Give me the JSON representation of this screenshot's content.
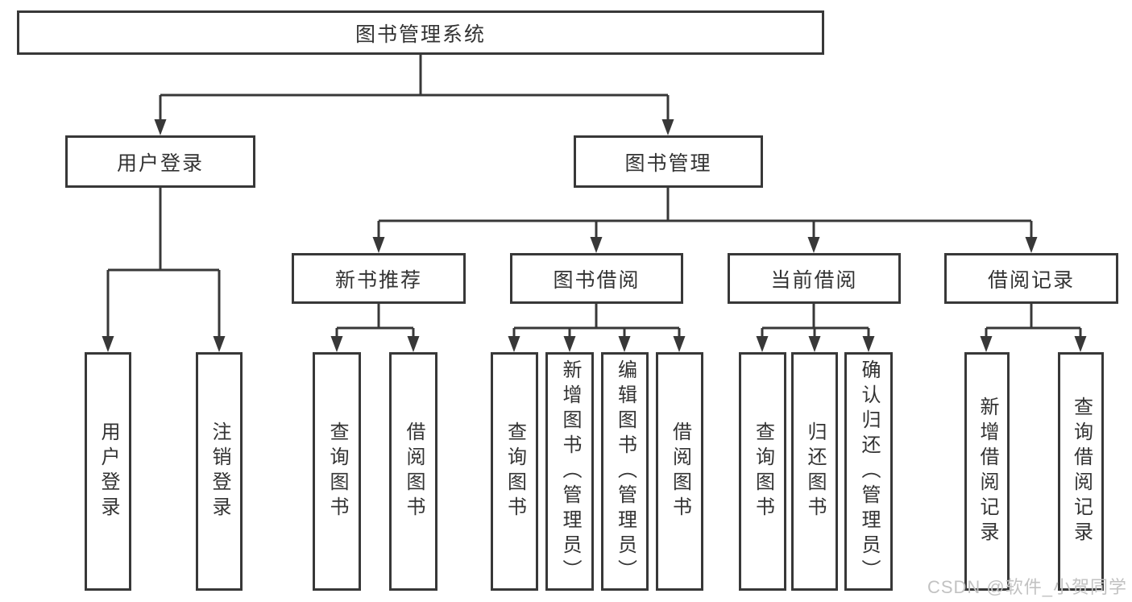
{
  "tree": {
    "label": "图书管理系统",
    "children": [
      {
        "label": "用户登录",
        "children": [
          {
            "label": "用户登录"
          },
          {
            "label": "注销登录"
          }
        ]
      },
      {
        "label": "图书管理",
        "children": [
          {
            "label": "新书推荐",
            "children": [
              {
                "label": "查询图书"
              },
              {
                "label": "借阅图书"
              }
            ]
          },
          {
            "label": "图书借阅",
            "children": [
              {
                "label": "查询图书"
              },
              {
                "label": "新增图书（管理员）"
              },
              {
                "label": "编辑图书（管理员）"
              },
              {
                "label": "借阅图书"
              }
            ]
          },
          {
            "label": "当前借阅",
            "children": [
              {
                "label": "查询图书"
              },
              {
                "label": "归还图书"
              },
              {
                "label": "确认归还（管理员）"
              }
            ]
          },
          {
            "label": "借阅记录",
            "children": [
              {
                "label": "新增借阅记录"
              },
              {
                "label": "查询借阅记录"
              }
            ]
          }
        ]
      }
    ]
  },
  "watermark": {
    "text": "CSDN @软件_小贺同学"
  },
  "colors": {
    "line": "#383838",
    "text": "#333333",
    "box_background": "#ffffff",
    "page_background": "#ffffff",
    "watermark": "#c2c2c2"
  }
}
